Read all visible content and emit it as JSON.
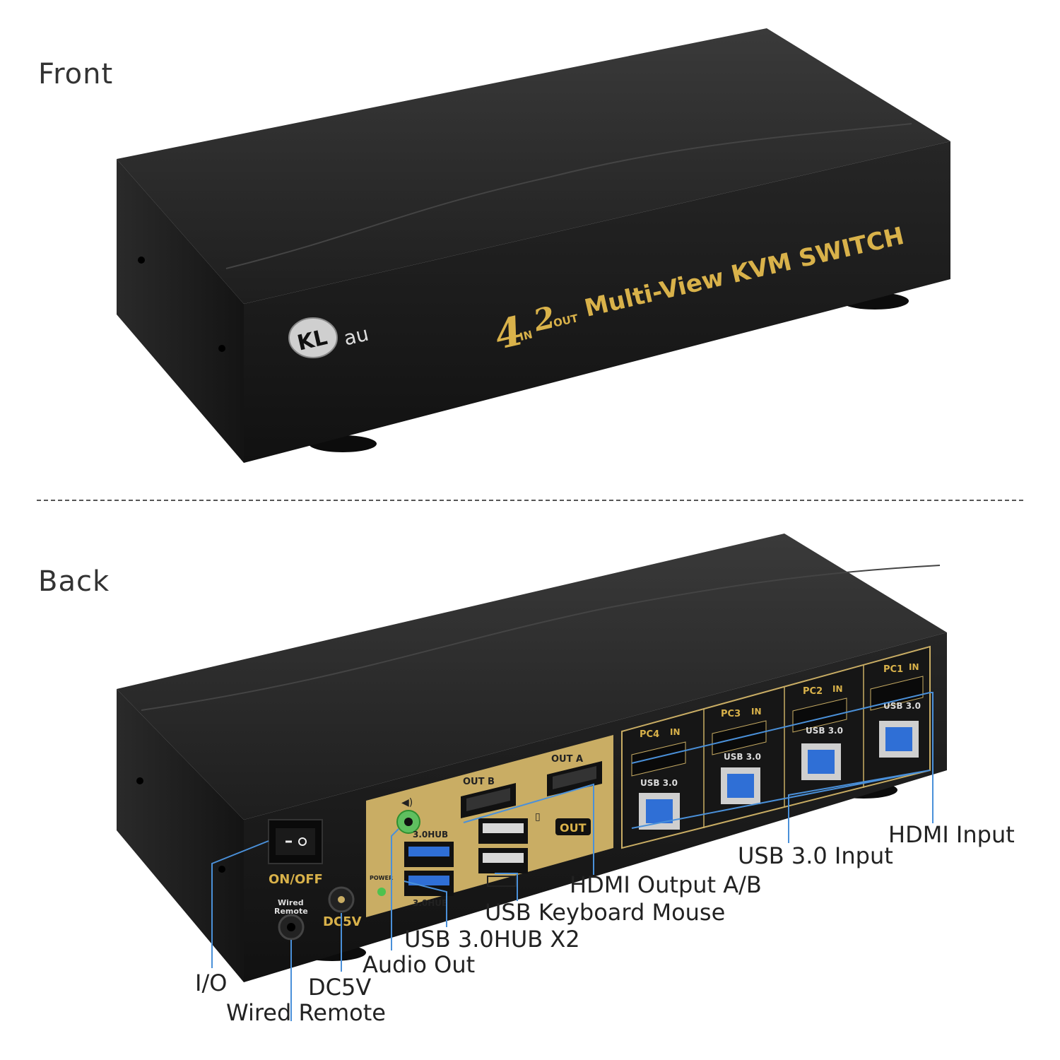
{
  "sections": {
    "front_title": "Front",
    "back_title": "Back"
  },
  "front_panel": {
    "logo_kl": "KL",
    "logo_au": "au",
    "model_4": "4",
    "model_in": "IN",
    "model_2": "2",
    "model_out": "OUT",
    "model_text": "Multi-View KVM SWITCH"
  },
  "back_panel": {
    "switch_label": "ON/OFF",
    "remote_label_1": "Wired",
    "remote_label_2": "Remote",
    "dc_label": "DC5V",
    "power_led_label": "POWER",
    "hub_label_top": "3.0HUB",
    "hub_label_bottom": "3.0HUB",
    "out_b": "OUT B",
    "out_a": "OUT A",
    "out_badge": "OUT",
    "pc_ports": [
      {
        "pc": "PC4",
        "in": "IN",
        "usb": "USB 3.0"
      },
      {
        "pc": "PC3",
        "in": "IN",
        "usb": "USB 3.0"
      },
      {
        "pc": "PC2",
        "in": "IN",
        "usb": "USB 3.0"
      },
      {
        "pc": "PC1",
        "in": "IN",
        "usb": "USB 3.0"
      }
    ]
  },
  "callouts": {
    "hdmi_input": "HDMI Input",
    "usb30_input": "USB 3.0 Input",
    "hdmi_output": "HDMI Output A/B",
    "usb_keyboard_mouse": "USB Keyboard Mouse",
    "usb_hub": "USB 3.0HUB X2",
    "audio_out": "Audio Out",
    "io": "I/O",
    "dc5v": "DC5V",
    "wired_remote": "Wired Remote"
  },
  "colors": {
    "casing": "#1c1c1c",
    "gold": "#d9b24a",
    "callout_line": "#4a90d9",
    "usb_blue": "#2f6fd6"
  }
}
